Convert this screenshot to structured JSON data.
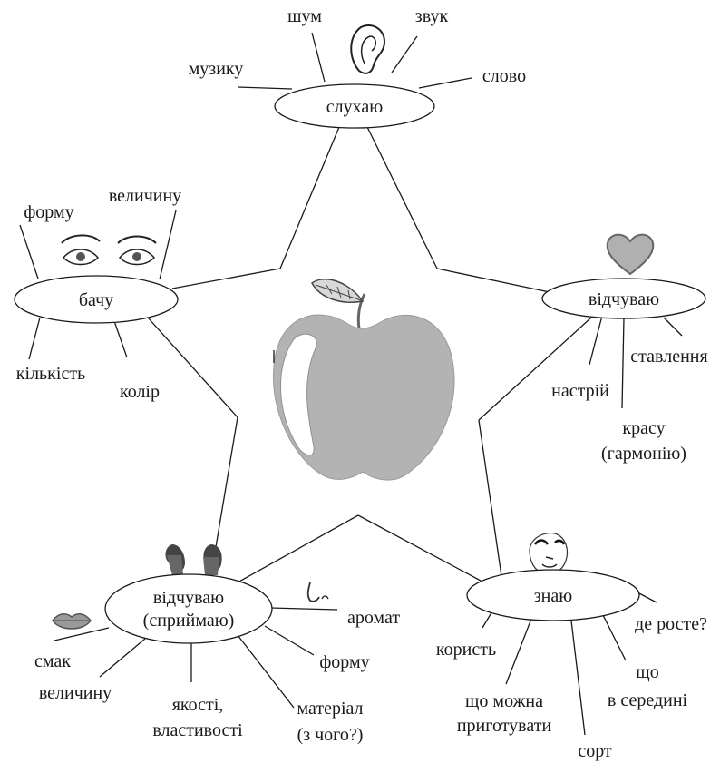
{
  "nodes": {
    "hear": "слухаю",
    "see": "бачу",
    "feel_right": "відчуваю",
    "perceive_line1": "відчуваю",
    "perceive_line2": "(сприймаю)",
    "know": "знаю"
  },
  "hear_leaves": {
    "noise": "шум",
    "sound": "звук",
    "music": "музику",
    "word": "слово"
  },
  "see_leaves": {
    "shape": "форму",
    "size": "величину",
    "quantity": "кількість",
    "color": "колір"
  },
  "feel_leaves": {
    "attitude": "ставлення",
    "mood": "настрій",
    "beauty_line1": "красу",
    "beauty_line2": "(гармонію)"
  },
  "perceive_leaves": {
    "aroma": "аромат",
    "taste": "смак",
    "shape": "форму",
    "size": "величину",
    "qualities_line1": "якості,",
    "qualities_line2": "властивості",
    "material_line1": "матеріал",
    "material_line2": "(з чого?)"
  },
  "know_leaves": {
    "where_grows": "де росте?",
    "benefit": "користь",
    "inside_line1": "що",
    "inside_line2": "в середині",
    "cook_line1": "що можна",
    "cook_line2": "приготувати",
    "variety": "сорт"
  },
  "icons": [
    "ear-icon",
    "eyes-icon",
    "heart-icon",
    "hands-icon",
    "lips-icon",
    "nose-icon",
    "face-icon",
    "apple-icon"
  ],
  "colors": {
    "line": "#1a1a1a",
    "fill_gray": "#b5b5b5",
    "heart_fill": "#b0b0b0"
  }
}
